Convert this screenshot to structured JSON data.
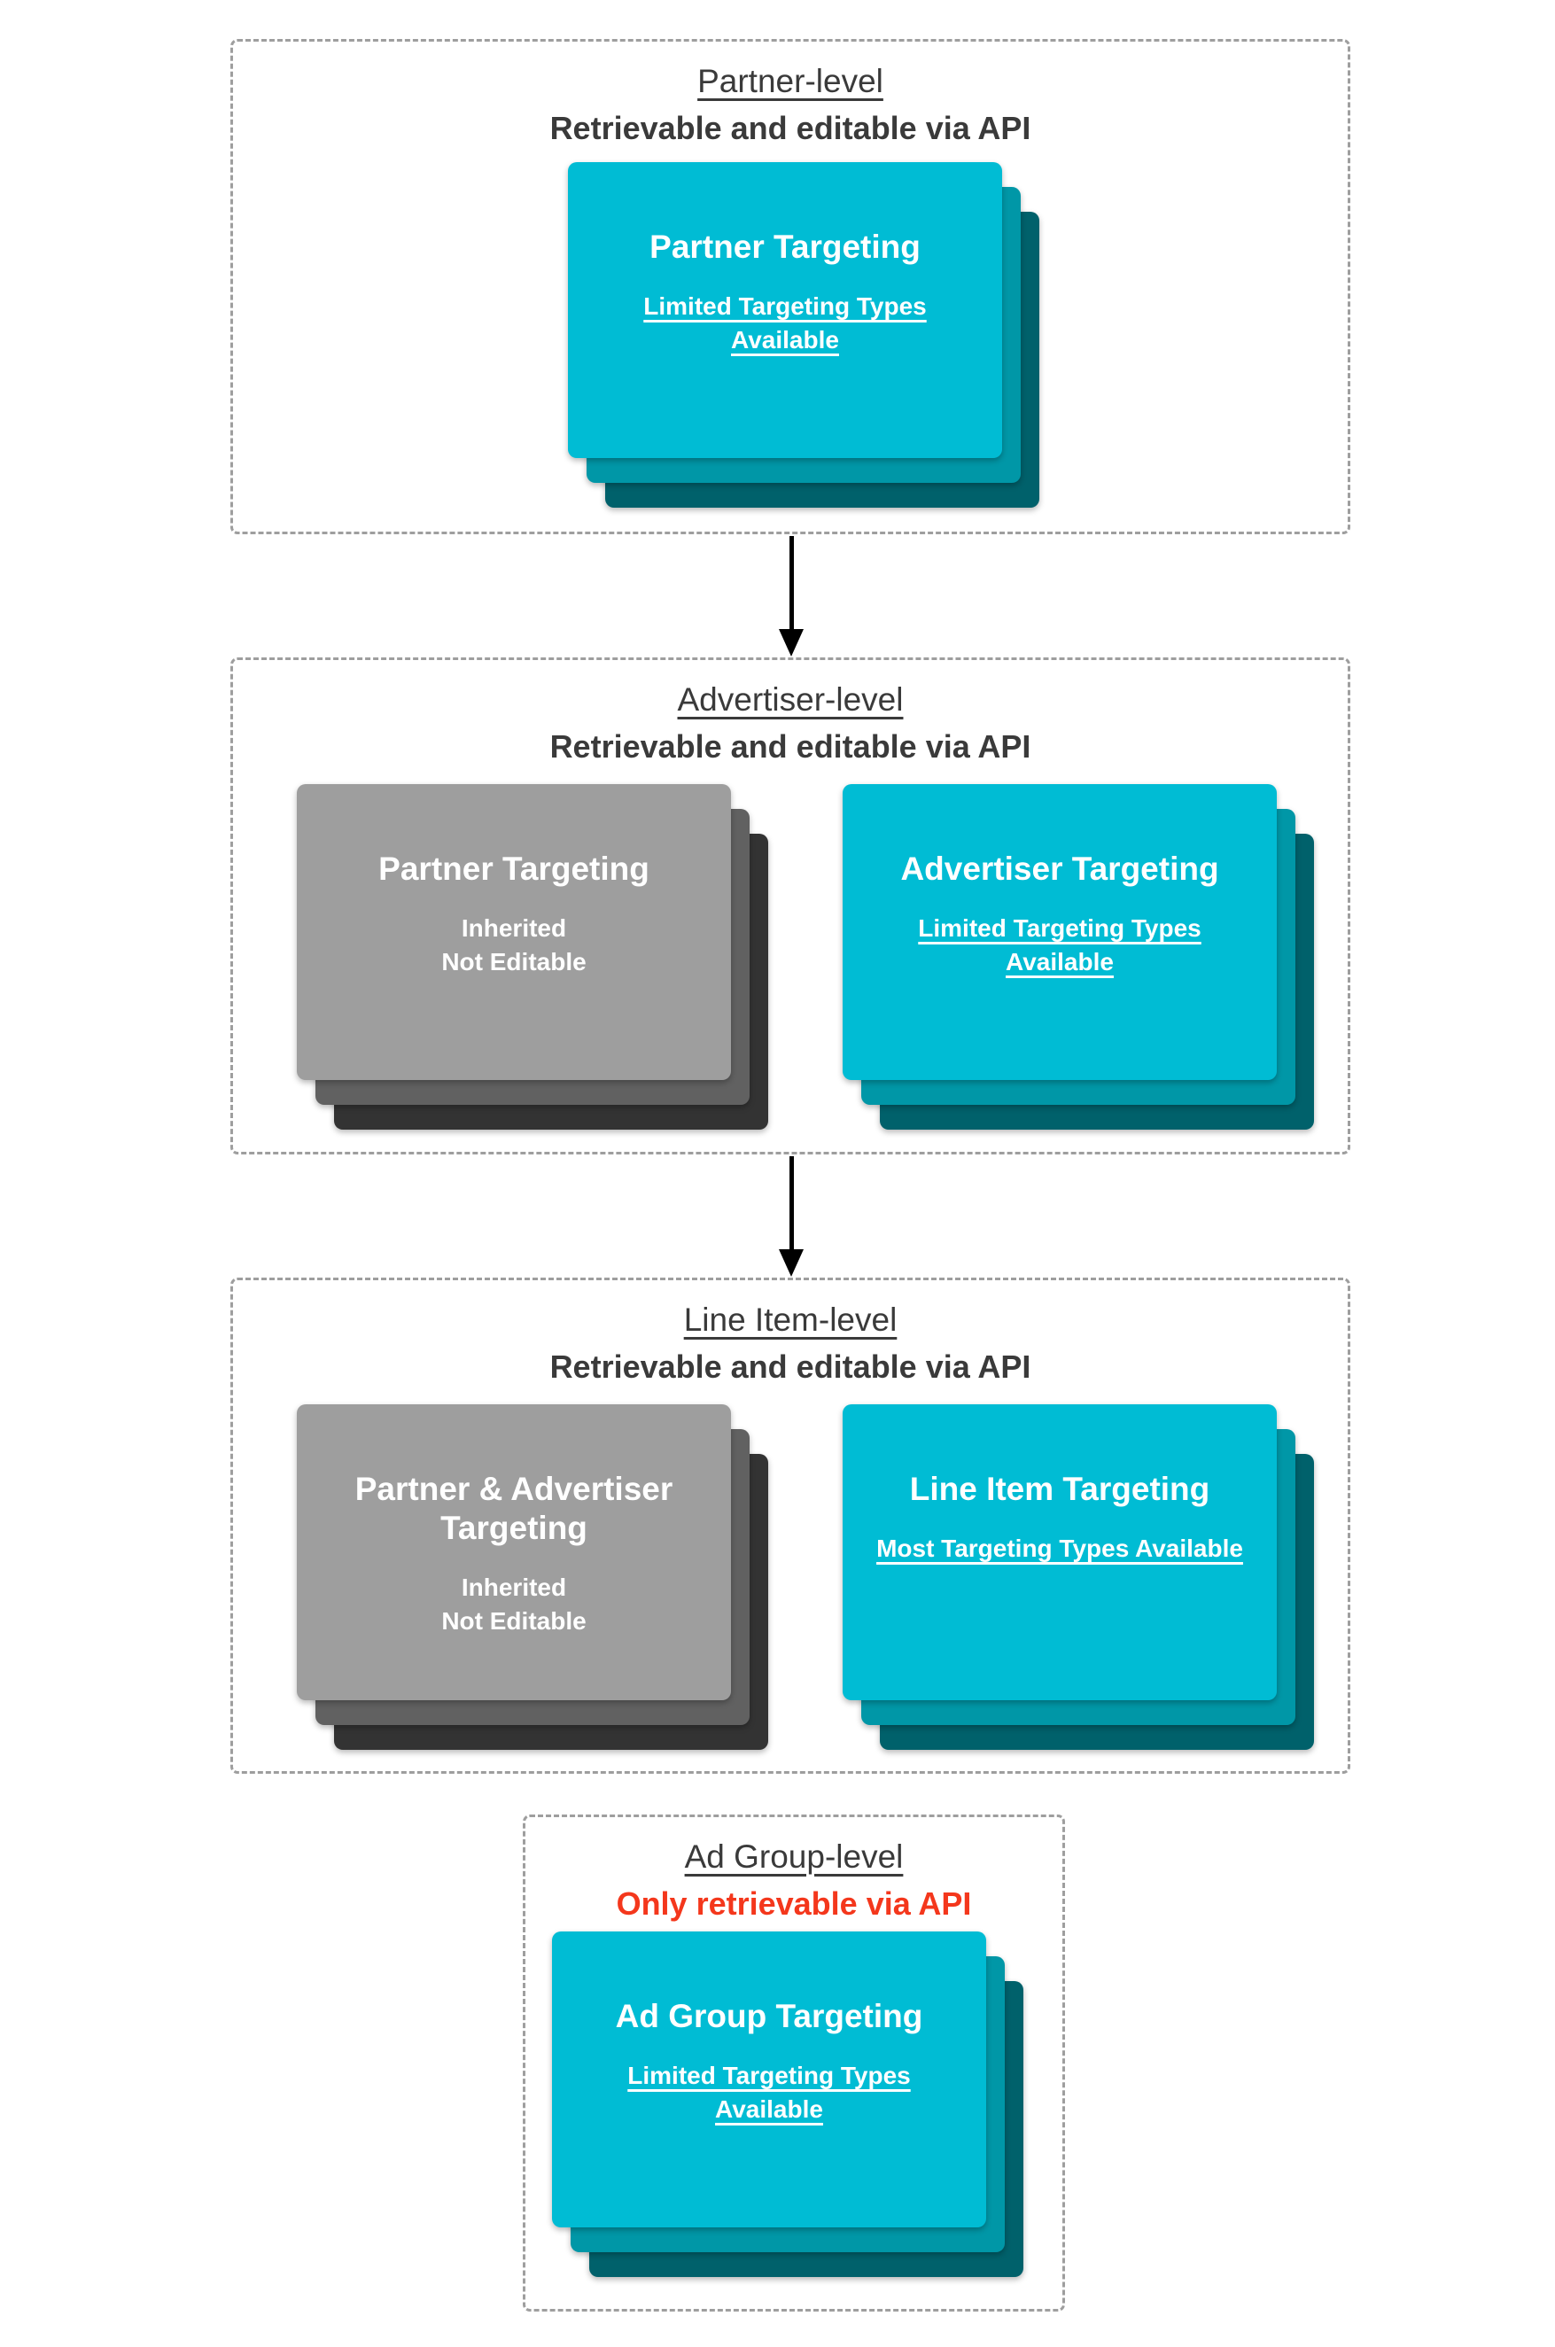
{
  "colors": {
    "box_border": "#9E9E9E",
    "heading_text": "#3A3A3A",
    "red_text": "#F4371C",
    "card_text": "#FFFFFF",
    "teal_front": "#00BCD4",
    "teal_mid": "#0097A7",
    "teal_back": "#00616B",
    "gray_front": "#9E9E9E",
    "gray_mid": "#616161",
    "gray_back": "#333333",
    "arrow": "#000000"
  },
  "sections": [
    {
      "title": "Partner-level",
      "subtitle": "Retrievable and editable via API",
      "cards": [
        {
          "title": "Partner Targeting",
          "subtitle": "Limited Targeting Types Available"
        }
      ]
    },
    {
      "title": "Advertiser-level",
      "subtitle": "Retrievable and editable via API",
      "cards": [
        {
          "title": "Partner Targeting",
          "subtitle_line1": "Inherited",
          "subtitle_line2": "Not Editable"
        },
        {
          "title": "Advertiser Targeting",
          "subtitle": "Limited Targeting Types Available"
        }
      ]
    },
    {
      "title": "Line Item-level",
      "subtitle": "Retrievable and editable via API",
      "cards": [
        {
          "title": "Partner & Advertiser Targeting",
          "subtitle_line1": "Inherited",
          "subtitle_line2": "Not Editable"
        },
        {
          "title": "Line Item Targeting",
          "subtitle": "Most Targeting Types Available"
        }
      ]
    },
    {
      "title": "Ad Group-level",
      "subtitle": "Only retrievable via API",
      "cards": [
        {
          "title": "Ad Group Targeting",
          "subtitle": "Limited Targeting Types Available"
        }
      ]
    }
  ]
}
